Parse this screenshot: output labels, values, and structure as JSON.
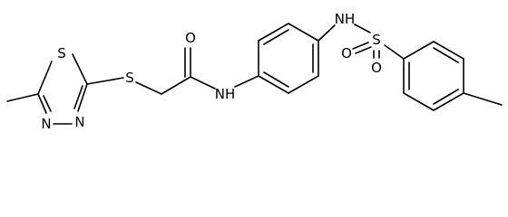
{
  "molecule": {
    "atoms": {
      "s_thiadiazole": "S",
      "n_thiadiazole_a": "N",
      "n_thiadiazole_b": "N",
      "s_thioether": "S",
      "o_carbonyl": "O",
      "nh_amide": "NH",
      "nh_sulfonamide": "NH",
      "s_sulfonyl": "S",
      "o_sulfonyl_left": "O",
      "o_sulfonyl_bottom": "O"
    },
    "colors": {
      "bond": "#000000",
      "label": "#000000",
      "background": "#ffffff"
    }
  }
}
